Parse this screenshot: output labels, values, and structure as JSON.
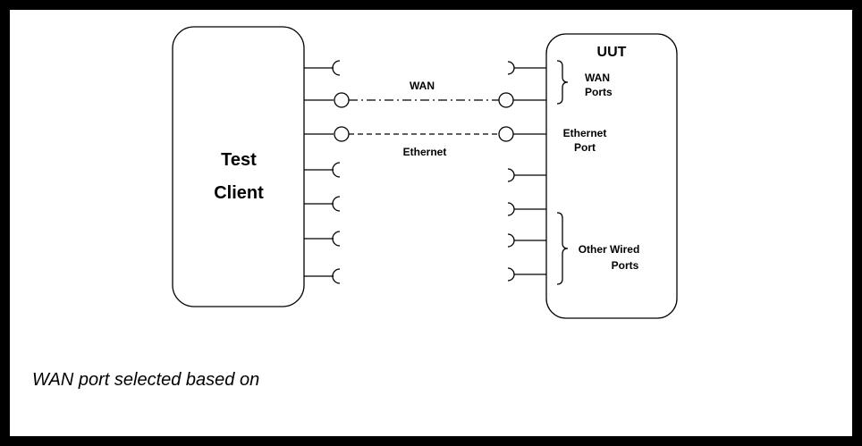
{
  "unit": {
    "label": "UUT"
  },
  "client": {
    "label_line1": "Test",
    "label_line2": "Client"
  },
  "links": {
    "wan_label": "WAN",
    "ethernet_label": "Ethernet"
  },
  "port_groups": {
    "wan_line1": "WAN",
    "wan_line2": "Ports",
    "ethernet_line1": "Ethernet",
    "ethernet_line2": "Port",
    "other_line1": "Other Wired",
    "other_line2": "Ports"
  },
  "caption": "WAN port selected based on",
  "colors": {
    "line": "#000000",
    "background": "#ffffff"
  }
}
